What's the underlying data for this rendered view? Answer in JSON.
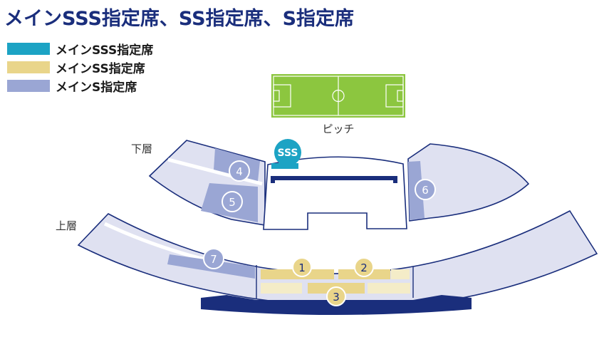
{
  "title": "メインSSS指定席、SS指定席、S指定席",
  "legend": [
    {
      "label": "メインSSS指定席",
      "color": "#1ca3c4"
    },
    {
      "label": "メインSS指定席",
      "color": "#e9d58a"
    },
    {
      "label": "メインS指定席",
      "color": "#9aa6d4"
    }
  ],
  "map": {
    "pitch_label": "ピッチ",
    "lower_tier_label": "下層",
    "upper_tier_label": "上層",
    "sss_badge": "SSS",
    "markers": [
      "1",
      "2",
      "3",
      "4",
      "5",
      "6",
      "7"
    ]
  }
}
